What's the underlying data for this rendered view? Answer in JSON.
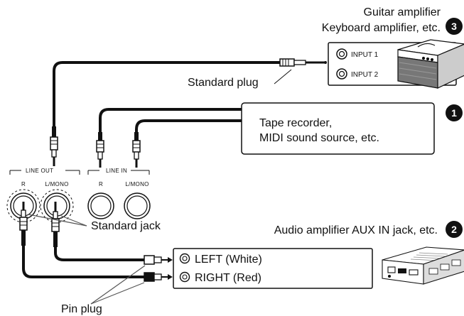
{
  "guitar_amp": {
    "line1": "Guitar amplifier",
    "line2": "Keyboard amplifier, etc.",
    "badge": "3",
    "input1": "INPUT 1",
    "input2": "INPUT 2"
  },
  "standard_plug_label": "Standard plug",
  "tape_recorder": {
    "line1": "Tape recorder,",
    "line2": "MIDI sound source, etc.",
    "badge": "1"
  },
  "jack_panel": {
    "line_out": "LINE OUT",
    "line_in": "LINE IN",
    "r": "R",
    "l_mono": "L/MONO"
  },
  "standard_jack_label": "Standard jack",
  "audio_amp": {
    "label": "Audio amplifier AUX IN jack, etc.",
    "badge": "2",
    "left": "LEFT (White)",
    "right": "RIGHT (Red)"
  },
  "pin_plug_label": "Pin plug"
}
